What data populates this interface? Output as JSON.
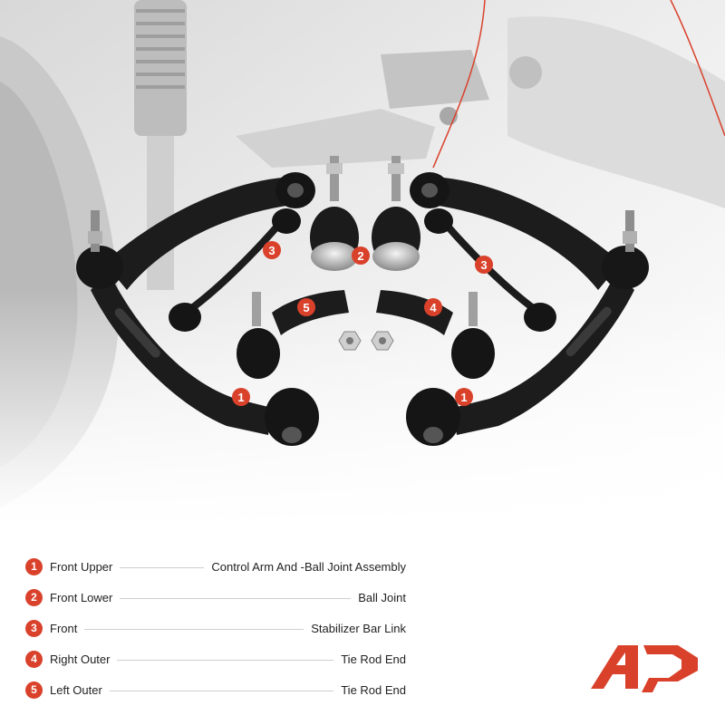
{
  "legend": [
    {
      "number": "1",
      "position": "Front Upper",
      "part": "Control Arm And -Ball Joint Assembly"
    },
    {
      "number": "2",
      "position": "Front Lower",
      "part": "Ball Joint"
    },
    {
      "number": "3",
      "position": "Front",
      "part": "Stabilizer Bar Link"
    },
    {
      "number": "4",
      "position": "Right Outer",
      "part": "Tie Rod End"
    },
    {
      "number": "5",
      "position": "Left Outer",
      "part": "Tie Rod End"
    }
  ],
  "callouts": {
    "c1": "1",
    "c2": "2",
    "c3": "3",
    "c4": "4",
    "c5": "5"
  },
  "colors": {
    "accent": "#d9412b",
    "part": "#1c1c1c"
  }
}
